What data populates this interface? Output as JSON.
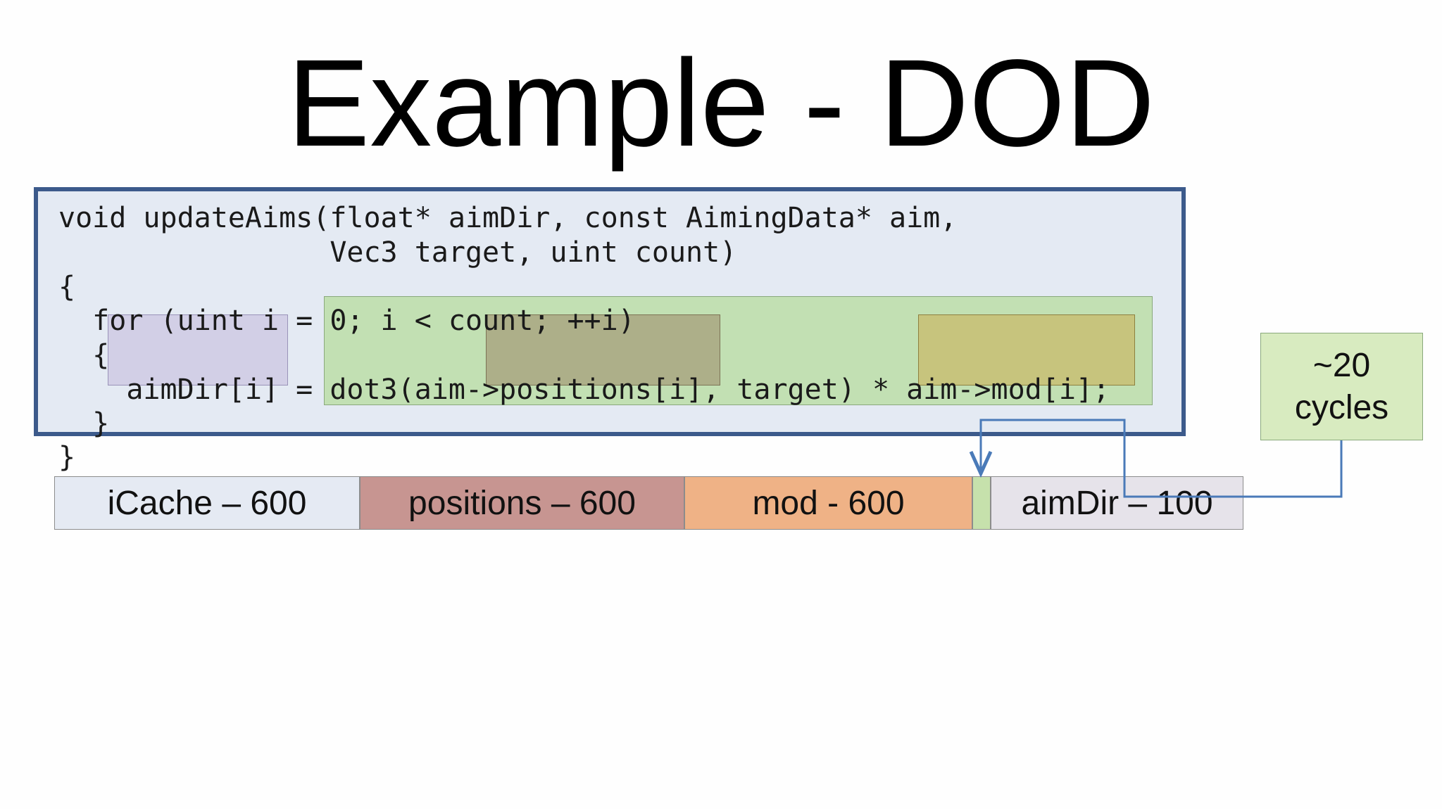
{
  "slide": {
    "title": "Example - DOD"
  },
  "code": {
    "lines": [
      "void updateAims(float* aimDir, const AimingData* aim,",
      "                Vec3 target, uint count)",
      "{",
      "  for (uint i = 0; i < count; ++i)",
      "  {",
      "    aimDir[i] = dot3(aim->positions[i], target) * aim->mod[i];",
      "  }",
      "}"
    ]
  },
  "memory_bar": {
    "segments": [
      {
        "label": "iCache – 600",
        "color": "#e5eaf3"
      },
      {
        "label": "positions – 600",
        "color": "#c79591"
      },
      {
        "label": "mod - 600",
        "color": "#efb286"
      },
      {
        "label": "",
        "color": "#c6e1ac"
      },
      {
        "label": "aimDir – 100",
        "color": "#e6e3ea"
      }
    ]
  },
  "callout": {
    "line1": "~20",
    "line2": "cycles"
  },
  "colors": {
    "code_border": "#3c5a8b",
    "code_bg": "#e4eaf3",
    "highlight_green": "#b8dda0",
    "arrow": "#4a7ab8"
  }
}
